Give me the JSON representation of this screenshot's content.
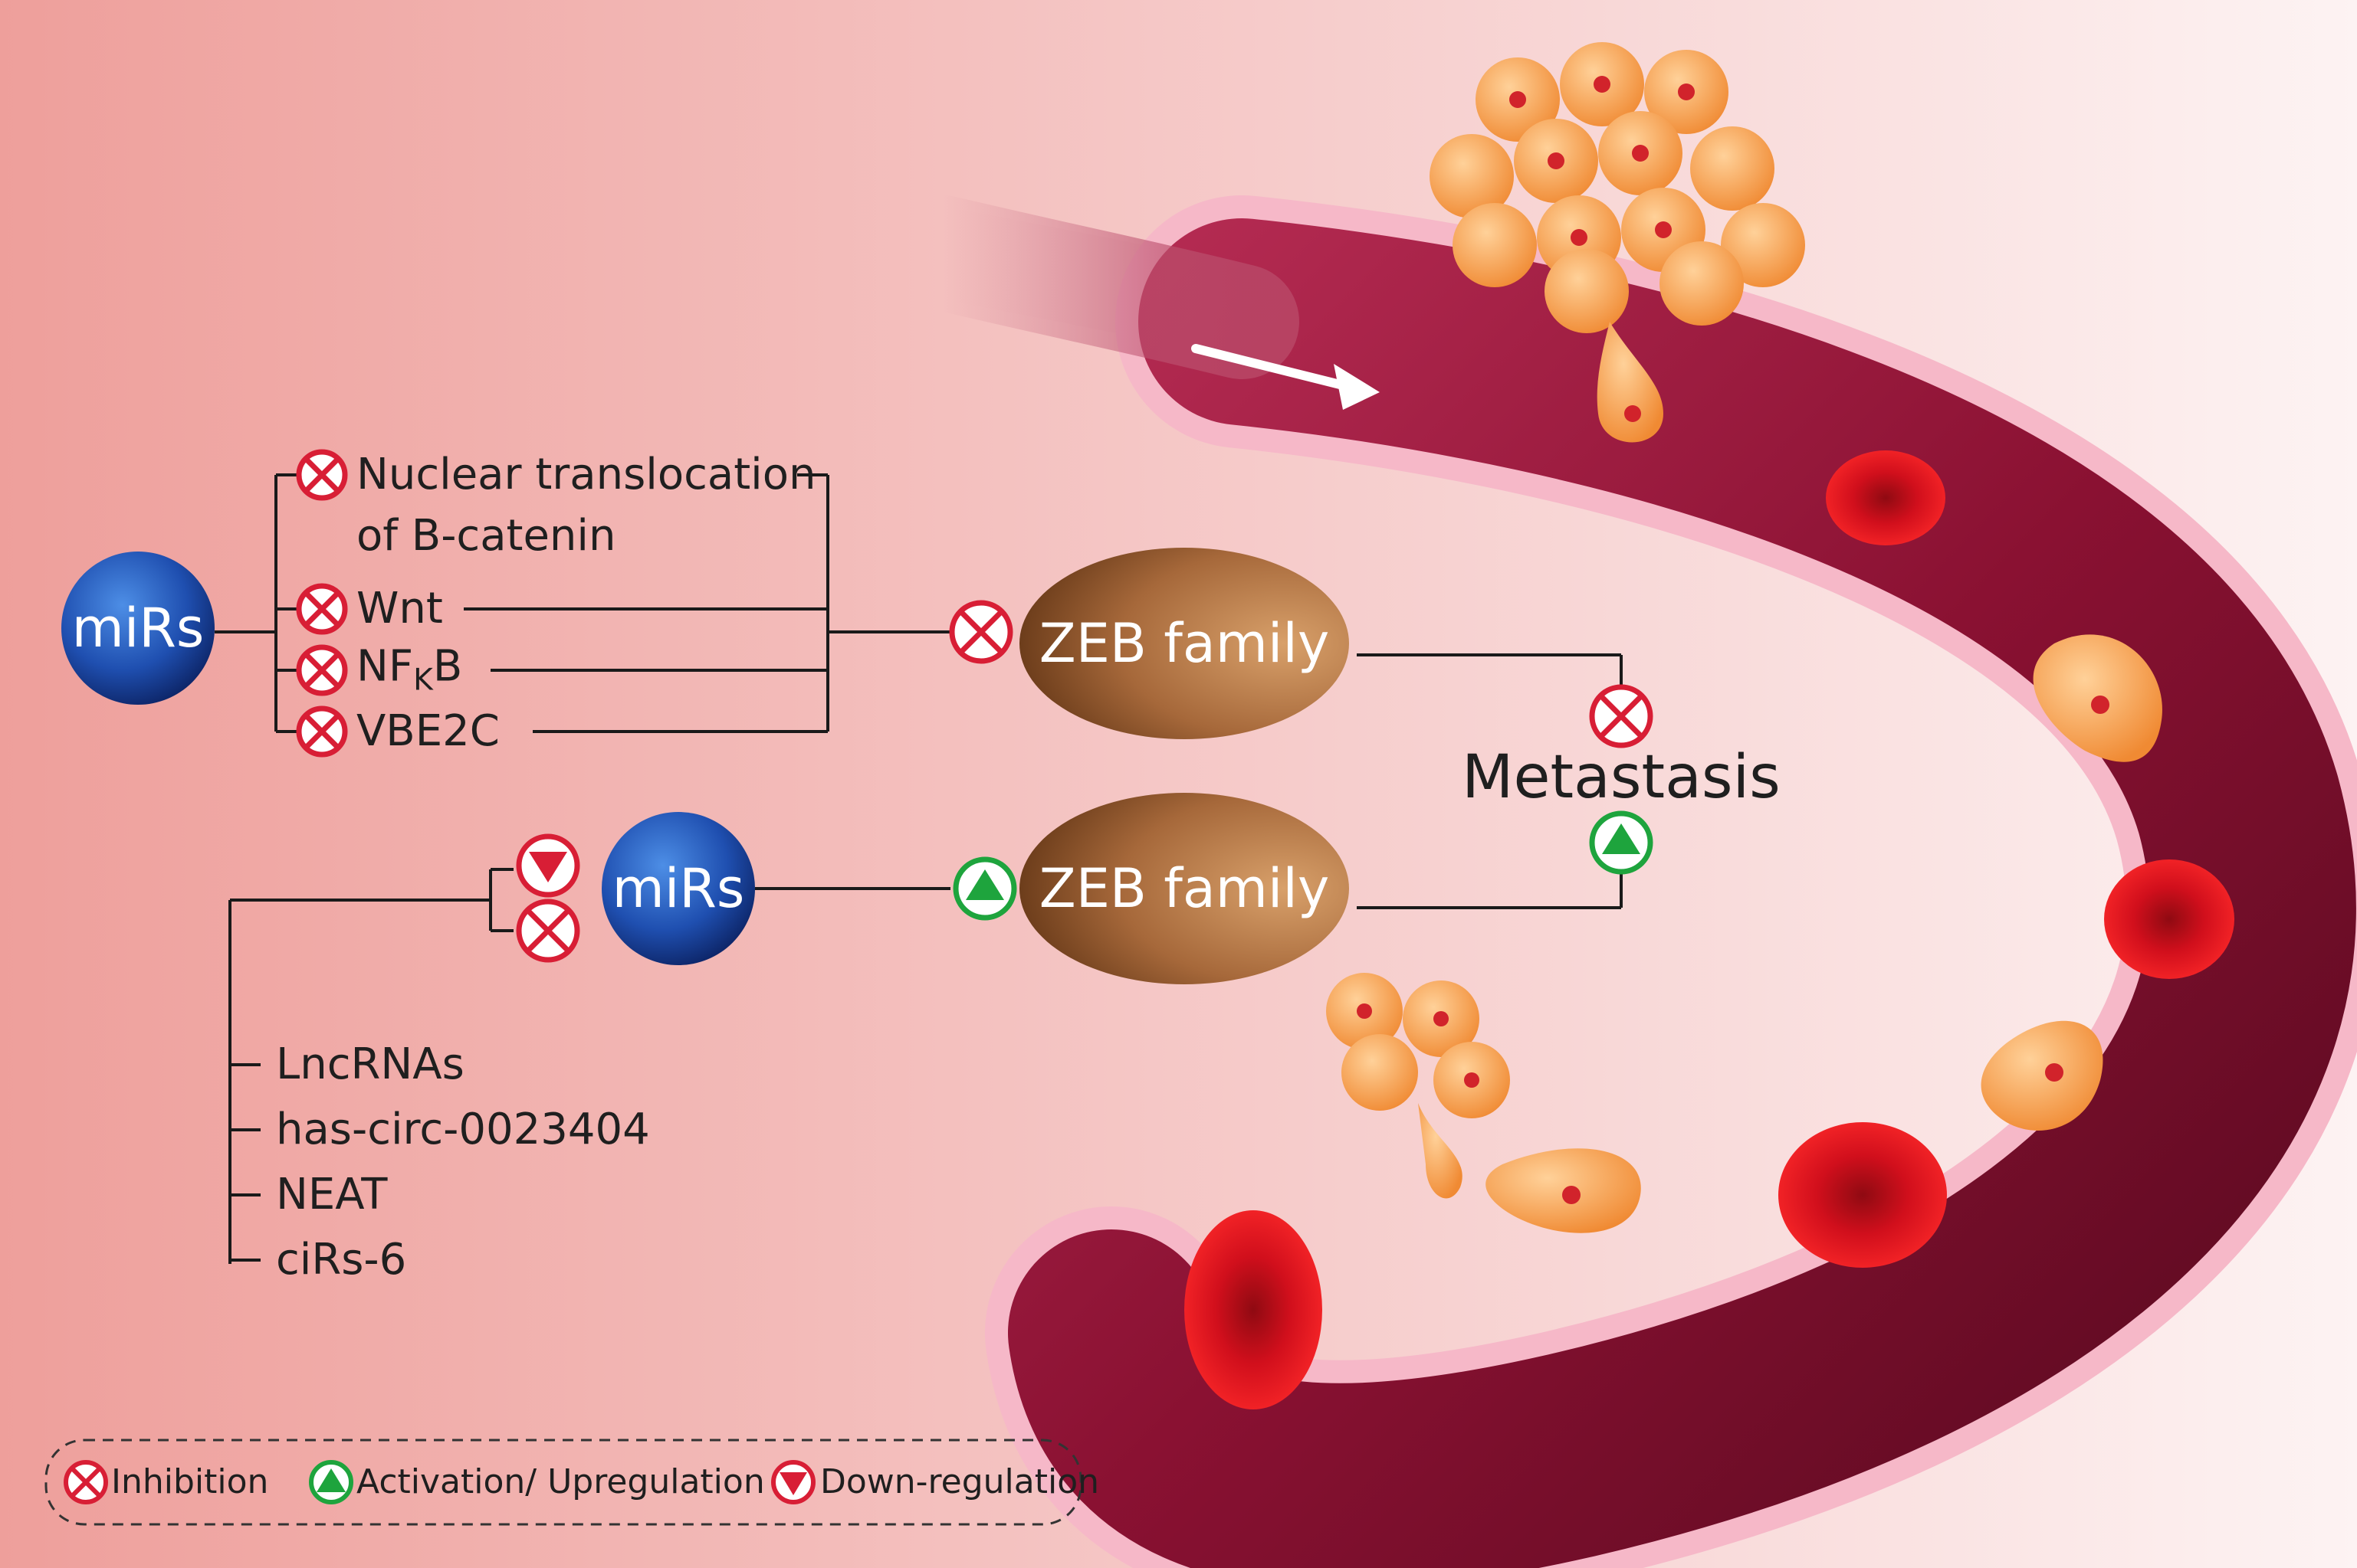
{
  "top_group": {
    "source_label": "miRs",
    "targets": [
      "Nuclear translocation",
      "of B-catenin",
      "Wnt",
      "NF",
      "K",
      "B",
      "VBE2C"
    ],
    "zeb_label": "ZEB family"
  },
  "bottom_group": {
    "source_label": "miRs",
    "zeb_label": "ZEB family",
    "regulators": [
      "LncRNAs",
      "has-circ-0023404",
      "NEAT",
      "ciRs-6"
    ]
  },
  "outcome": "Metastasis",
  "legend": {
    "inhibition": "Inhibition",
    "activation": "Activation/ Upregulation",
    "downregulation": "Down-regulation"
  },
  "colors": {
    "inhibition": "#d81e35",
    "activation": "#1ea43d",
    "vessel": "#8e1736",
    "tumor_cell": "#f4a04e"
  }
}
